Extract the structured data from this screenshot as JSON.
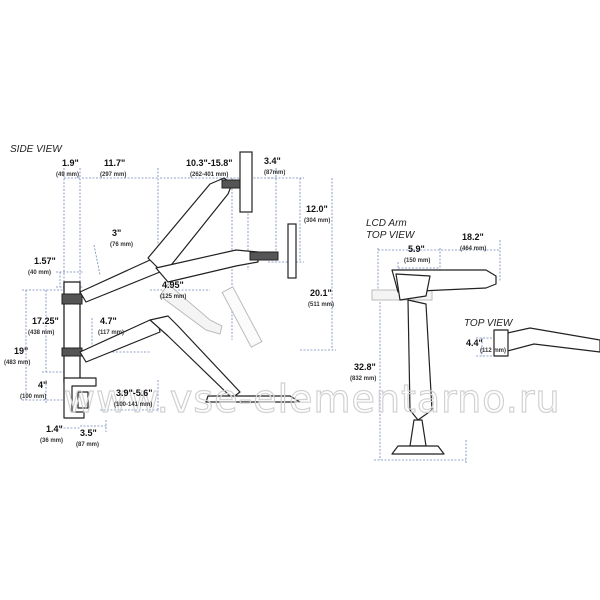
{
  "views": {
    "side": "SIDE VIEW",
    "lcd_line1": "LCD Arm",
    "lcd_line2": "TOP VIEW",
    "top": "TOP VIEW"
  },
  "dimensions": [
    {
      "id": "d-1-9",
      "main": "1.9\"",
      "sub": "(49 mm)"
    },
    {
      "id": "d-11-7",
      "main": "11.7\"",
      "sub": "(297 mm)"
    },
    {
      "id": "d-10-3",
      "main": "10.3\"-15.8\"",
      "sub": "(262-401 mm)"
    },
    {
      "id": "d-3-4",
      "main": "3.4\"",
      "sub": "(87mm)"
    },
    {
      "id": "d-12-0",
      "main": "12.0\"",
      "sub": "(304 mm)"
    },
    {
      "id": "d-3",
      "main": "3\"",
      "sub": "(76 mm)"
    },
    {
      "id": "d-1-57",
      "main": "1.57\"",
      "sub": "(40 mm)"
    },
    {
      "id": "d-4-95",
      "main": "4.95\"",
      "sub": "(125 mm)"
    },
    {
      "id": "d-20-1",
      "main": "20.1\"",
      "sub": "(511 mm)"
    },
    {
      "id": "d-17-25",
      "main": "17.25\"",
      "sub": "(438 mm)"
    },
    {
      "id": "d-4-7",
      "main": "4.7\"",
      "sub": "(117 mm)"
    },
    {
      "id": "d-19",
      "main": "19\"",
      "sub": "(483 mm)"
    },
    {
      "id": "d-4",
      "main": "4\"",
      "sub": "(100 mm)"
    },
    {
      "id": "d-3-9",
      "main": "3.9\"-5.6\"",
      "sub": "(100-141 mm)"
    },
    {
      "id": "d-1-4",
      "main": "1.4\"",
      "sub": "(36 mm)"
    },
    {
      "id": "d-3-5",
      "main": "3.5\"",
      "sub": "(87 mm)"
    },
    {
      "id": "d-5-9",
      "main": "5.9\"",
      "sub": "(150 mm)"
    },
    {
      "id": "d-18-2",
      "main": "18.2\"",
      "sub": "(464 mm)"
    },
    {
      "id": "d-32-8",
      "main": "32.8\"",
      "sub": "(832 mm)"
    },
    {
      "id": "d-4-4",
      "main": "4.4\"",
      "sub": "(112 mm)"
    }
  ],
  "watermark": "www.vse-elementarno.ru",
  "colors": {
    "dimension_line": "#6f86b8",
    "outline": "#222222"
  }
}
